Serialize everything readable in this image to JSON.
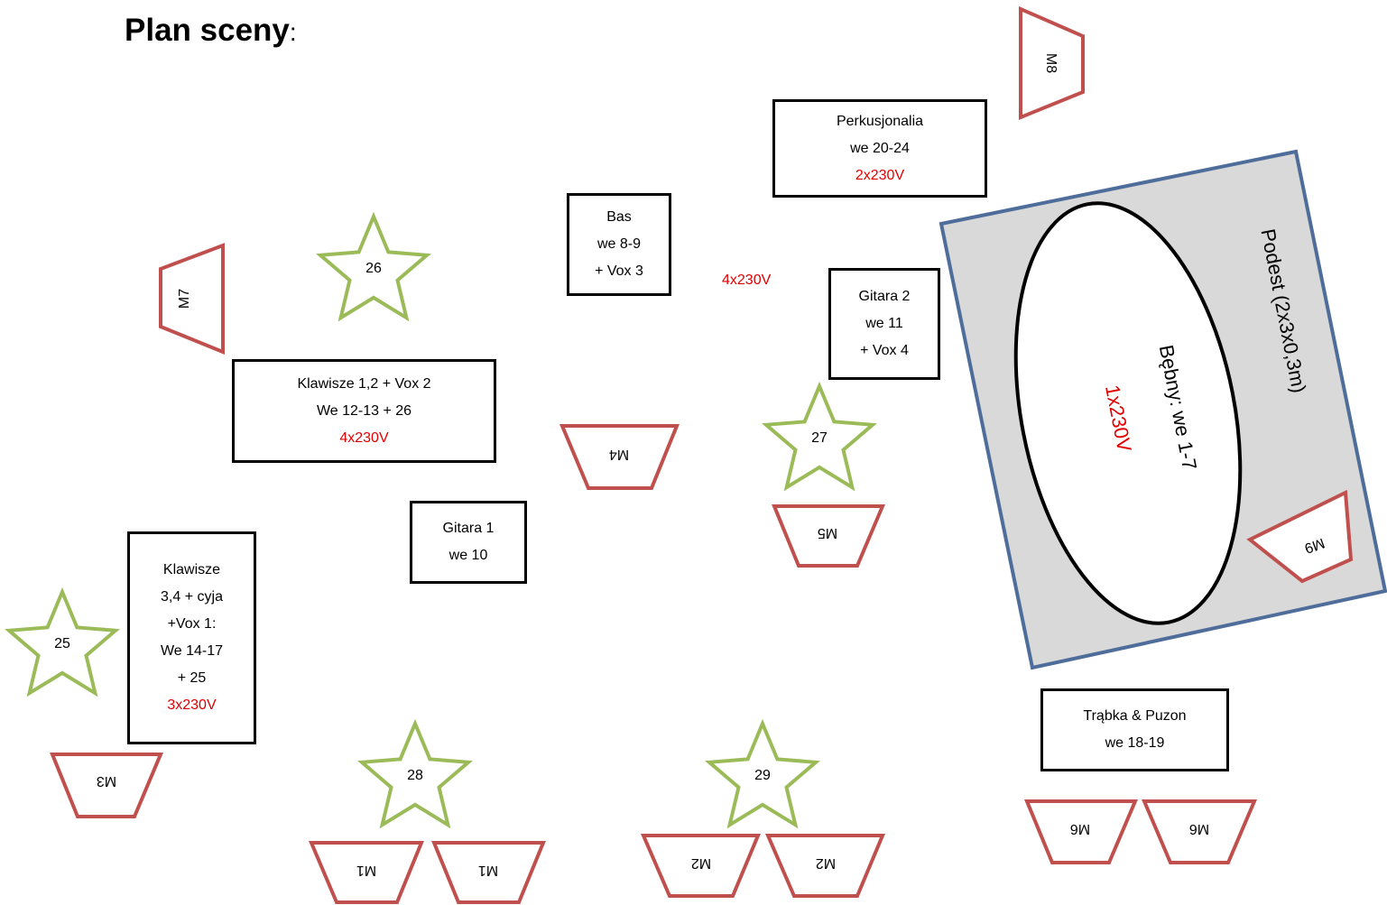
{
  "title": "Plan sceny",
  "title_colon": ":",
  "colors": {
    "monitor": "#c0504d",
    "star": "#9bbb59",
    "platform_fill": "#d9d9d9",
    "platform_border": "#4f6d9a",
    "power": "#e00000"
  },
  "podest": {
    "label": "Podest (2x3x0,3m)"
  },
  "drums": {
    "label": "Bębny: we 1-7",
    "power": "1x230V"
  },
  "boxes": {
    "perkusjonalia": {
      "line1": "Perkusjonalia",
      "line2": "we 20-24",
      "power": "2x230V"
    },
    "bas": {
      "line1": "Bas",
      "line2": "we 8-9",
      "line3": "+ Vox 3"
    },
    "gitara2": {
      "line1": "Gitara 2",
      "line2": "we 11",
      "line3": "+ Vox 4"
    },
    "klawisze12": {
      "line1": "Klawisze 1,2 + Vox 2",
      "line2": "We 12-13 + 26",
      "power": "4x230V"
    },
    "gitara1": {
      "line1": "Gitara 1",
      "line2": "we 10"
    },
    "klawisze34": {
      "line1": "Klawisze",
      "line2": "3,4 + cyja",
      "line3": "+Vox 1:",
      "line4": "We 14-17",
      "line5": "+ 25",
      "power": "3x230V"
    },
    "trabka": {
      "line1": "Trąbka & Puzon",
      "line2": "we 18-19"
    }
  },
  "center_power": "4x230V",
  "stars": [
    "26",
    "27",
    "25",
    "28",
    "29"
  ],
  "monitors": [
    "M8",
    "M7",
    "M4",
    "M5",
    "M9",
    "M3",
    "M1",
    "M1",
    "M2",
    "M2",
    "M6",
    "M6"
  ]
}
